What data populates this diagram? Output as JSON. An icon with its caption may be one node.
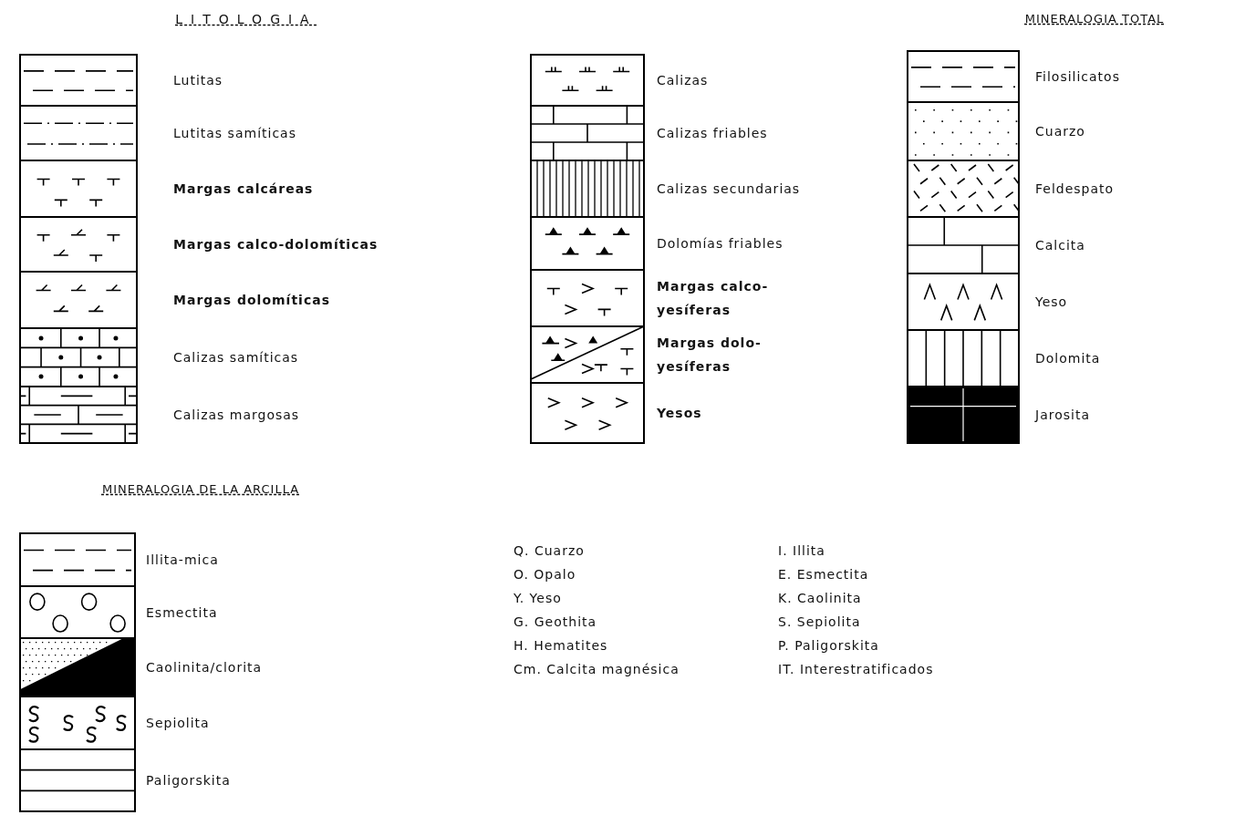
{
  "diagram": {
    "labels": [
      "LITOLOGIA",
      "MINERALOGIA TOTAL",
      "MINERALOGIA DE LA ARCILLA",
      "Q. Cuarzo",
      "I. Illita",
      "O. Opalo",
      "E. Esmectita",
      "Y. Yeso",
      "K. Caolinita",
      "G. Geothita",
      "S. Sepiolita",
      "H. Hematites",
      "P. Paligorskita",
      "Cm. Calcita magnésica",
      "IT. Interestratificados"
    ],
    "legend": [
      {
        "text": "Lutitas"
      },
      {
        "text": "Lutitas samíticas"
      },
      {
        "text": "Margas calcáreas"
      },
      {
        "text": "Margas calco-dolomíticas"
      },
      {
        "text": "Margas dolomíticas"
      },
      {
        "text": "Calizas samíticas"
      },
      {
        "text": "Calizas margosas"
      },
      {
        "text": "Calizas"
      },
      {
        "text": "Calizas friables"
      },
      {
        "text": "Calizas secundarias"
      },
      {
        "text": "Dolomías friables"
      },
      {
        "text": "Margas calco- yesíferas"
      },
      {
        "text": "Margas dolo- yesíferas"
      },
      {
        "text": "Yesos"
      },
      {
        "text": "Filosilicatos"
      },
      {
        "text": "Cuarzo"
      },
      {
        "text": "Feldespato"
      },
      {
        "text": "Calcita"
      },
      {
        "text": "Yeso"
      },
      {
        "text": "Dolomita"
      },
      {
        "text": "Jarosita"
      },
      {
        "text": "Illita-mica"
      },
      {
        "text": "Esmectita"
      },
      {
        "text": "Caolinita/clorita"
      },
      {
        "text": "Sepiolita"
      },
      {
        "text": "Paligorskita"
      }
    ]
  }
}
